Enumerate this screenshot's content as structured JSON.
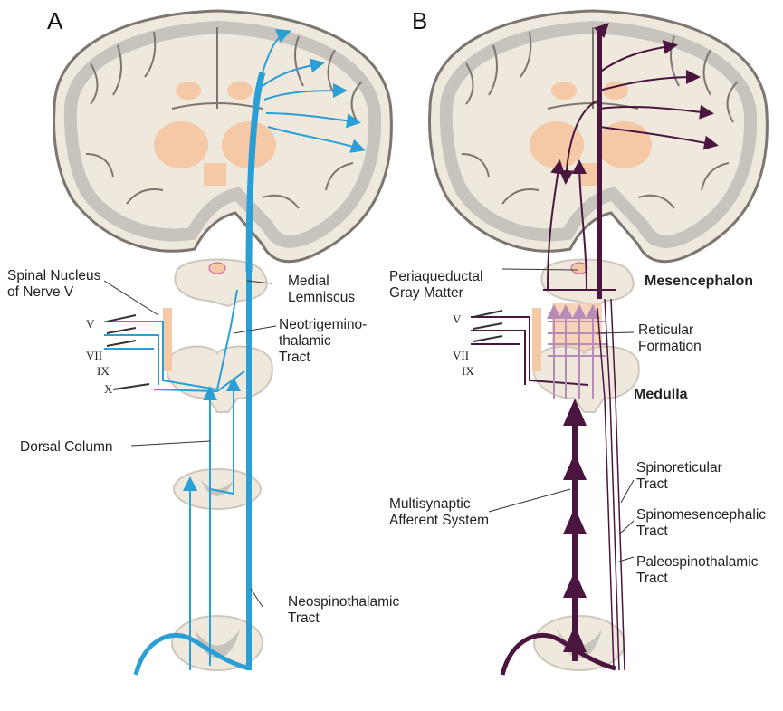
{
  "panels": {
    "a": "A",
    "b": "B"
  },
  "labels_a": {
    "spinal_nucleus_1": "Spinal Nucleus",
    "spinal_nucleus_2": "of Nerve V",
    "medial_lemniscus_1": "Medial",
    "medial_lemniscus_2": "Lemniscus",
    "neotrigemino_1": "Neotrigemino-",
    "neotrigemino_2": "thalamic",
    "neotrigemino_3": "Tract",
    "dorsal_column": "Dorsal Column",
    "neospino_1": "Neospinothalamic",
    "neospino_2": "Tract"
  },
  "labels_b": {
    "periaqueductal_1": "Periaqueductal",
    "periaqueductal_2": "Gray Matter",
    "mesencephalon": "Mesencephalon",
    "reticular_1": "Reticular",
    "reticular_2": "Formation",
    "medulla": "Medulla",
    "multisynaptic_1": "Multisynaptic",
    "multisynaptic_2": "Afferent System",
    "spinoreticular_1": "Spinoreticular",
    "spinoreticular_2": "Tract",
    "spinomesenc_1": "Spinomesencephalic",
    "spinomesenc_2": "Tract",
    "paleospino_1": "Paleospinothalamic",
    "paleospino_2": "Tract"
  },
  "cranial_nerves": [
    "V",
    "VII",
    "IX",
    "X"
  ],
  "colors": {
    "neo_path": "#2a9fd6",
    "paleo_path": "#4a1640",
    "paleo_light": "#b98bb8",
    "brain_fill": "#efe8dd",
    "brain_outline": "#7d7570",
    "cortex_gray": "#c9c3bd",
    "nuclei": "#f5c8a6"
  }
}
